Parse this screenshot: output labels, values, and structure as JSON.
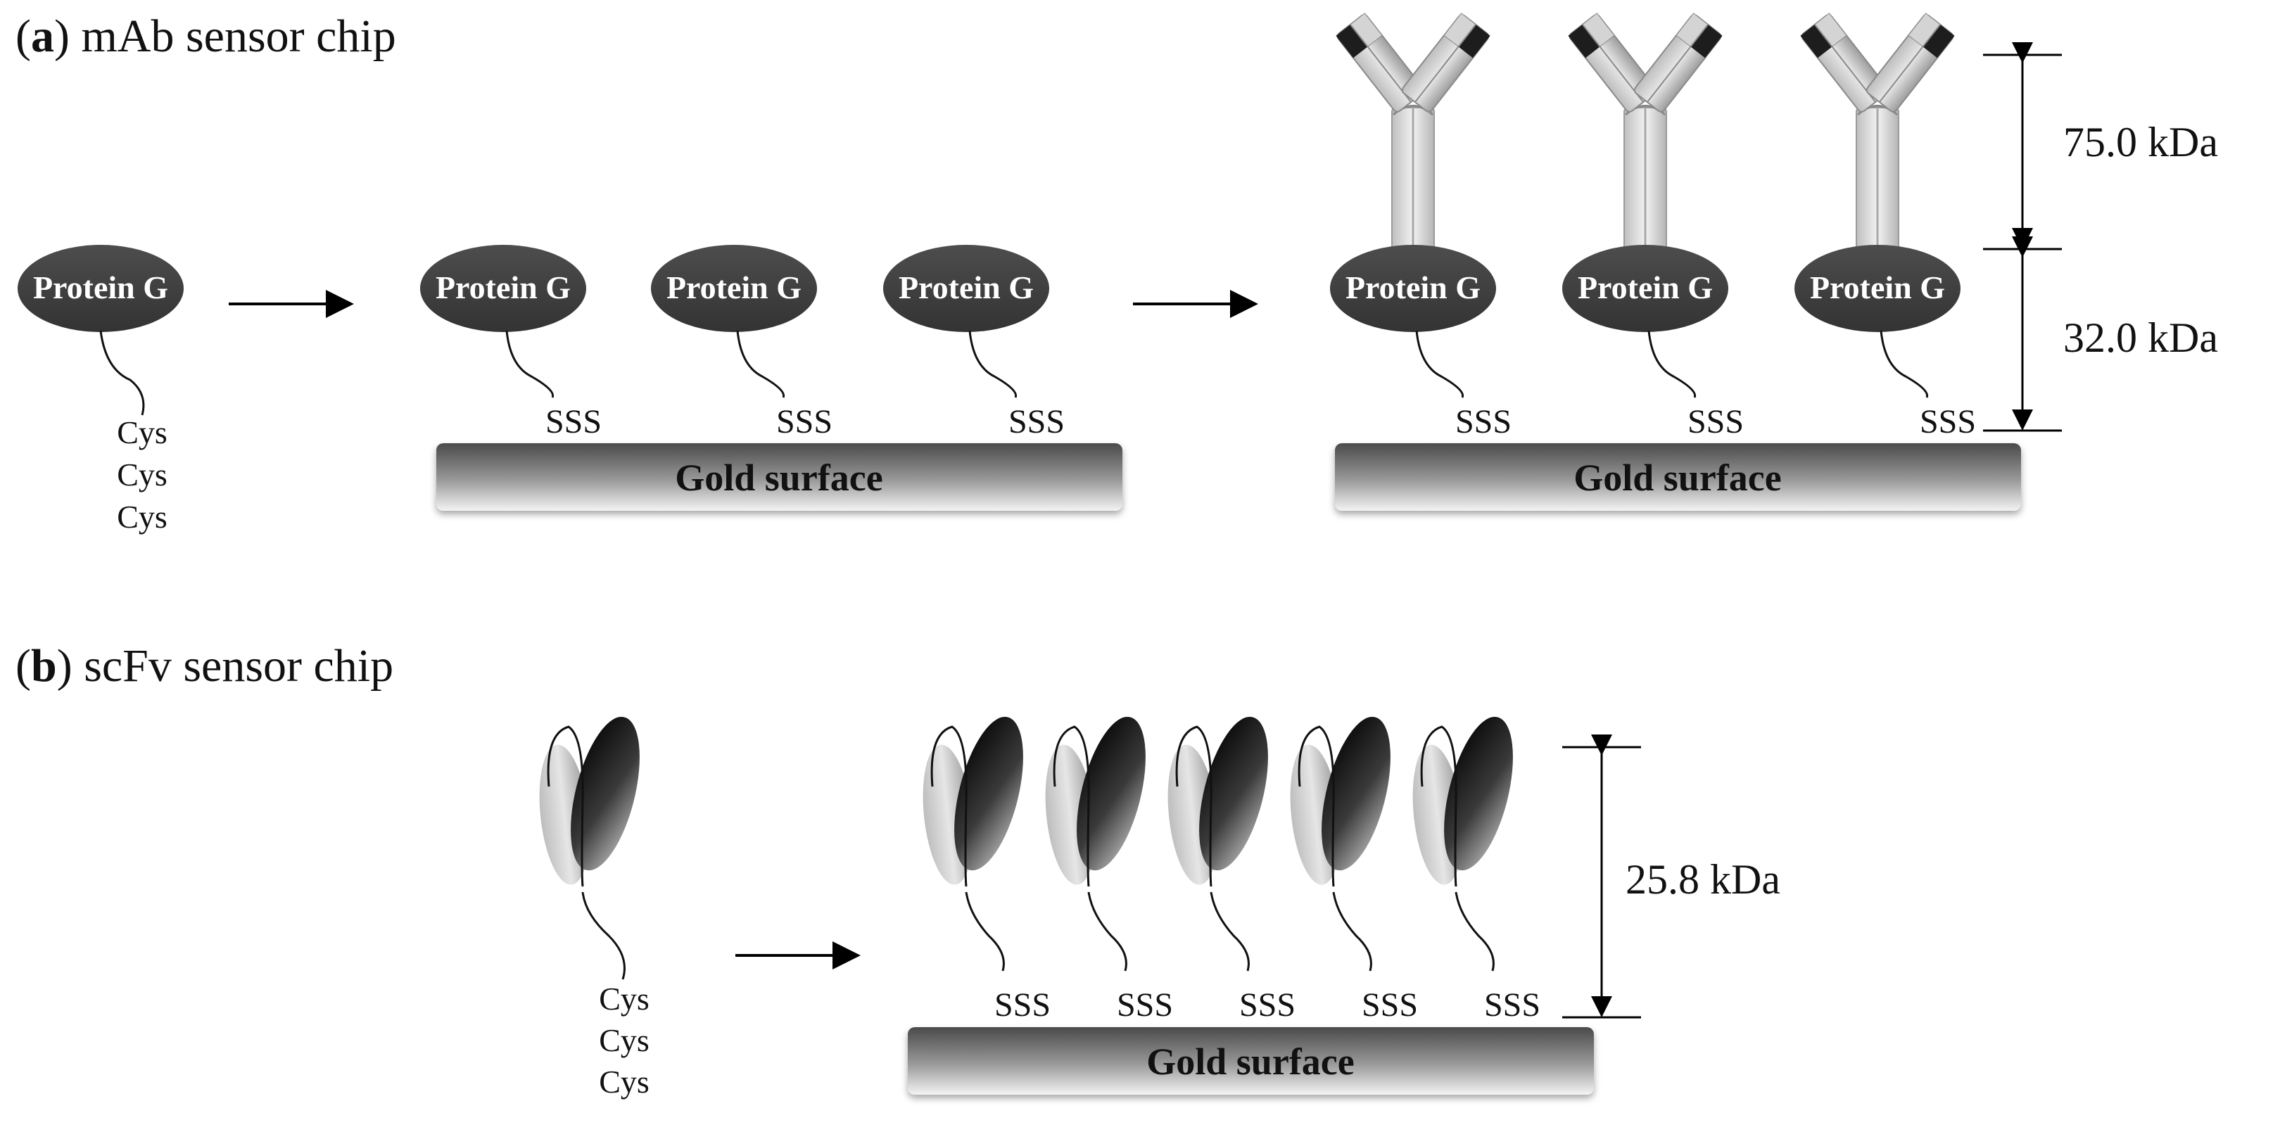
{
  "panel_a": {
    "letter": "a",
    "title": "mAb sensor chip",
    "protein_label": "Protein G",
    "cys_labels": [
      "Cys",
      "Cys",
      "Cys"
    ],
    "sss_label": "SSS",
    "gold_label": "Gold surface",
    "dimension_top": "75.0 kDa",
    "dimension_bottom": "32.0 kDa"
  },
  "panel_b": {
    "letter": "b",
    "title": "scFv sensor chip",
    "cys_labels": [
      "Cys",
      "Cys",
      "Cys"
    ],
    "sss_label": "SSS",
    "gold_label": "Gold surface",
    "dimension": "25.8 kDa"
  },
  "colors": {
    "protein_fill": "#3f3f3f",
    "gold_dark": "#4a4a4a",
    "gold_light": "#f4f4f4",
    "arrow": "#000000",
    "antibody_light": "#d8d8d8",
    "antibody_dark": "#1a1a1a"
  }
}
